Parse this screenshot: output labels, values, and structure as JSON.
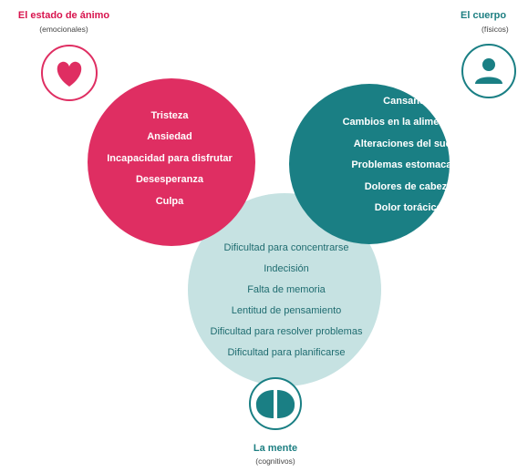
{
  "colors": {
    "emotional": "#df2e62",
    "physical": "#1a7f84",
    "cognitive": "#c6e2e2",
    "overlap": "#27244d",
    "title_red": "#d8144e",
    "title_teal": "#1e7f82",
    "text_teal": "#1f6c70"
  },
  "emotional": {
    "title": "El estado de ánimo",
    "subtitle": "(emocionales)",
    "icon": "heart-icon",
    "items": [
      "Tristeza",
      "Ansiedad",
      "Incapacidad para disfrutar",
      "Desesperanza",
      "Culpa"
    ]
  },
  "physical": {
    "title": "El cuerpo",
    "subtitle": "(físicos)",
    "icon": "person-icon",
    "items": [
      "Cansancio",
      "Cambios en la alimentación",
      "Alteraciones del sueño",
      "Problemas estomacales",
      "Dolores de cabeza",
      "Dolor torácico"
    ]
  },
  "cognitive": {
    "title": "La mente",
    "subtitle": "(cognitivos)",
    "icon": "brain-icon",
    "items": [
      "Dificultad para concentrarse",
      "Indecisión",
      "Falta de memoria",
      "Lentitud de pensamiento",
      "Dificultad para resolver problemas",
      "Dificultad para planificarse"
    ]
  }
}
